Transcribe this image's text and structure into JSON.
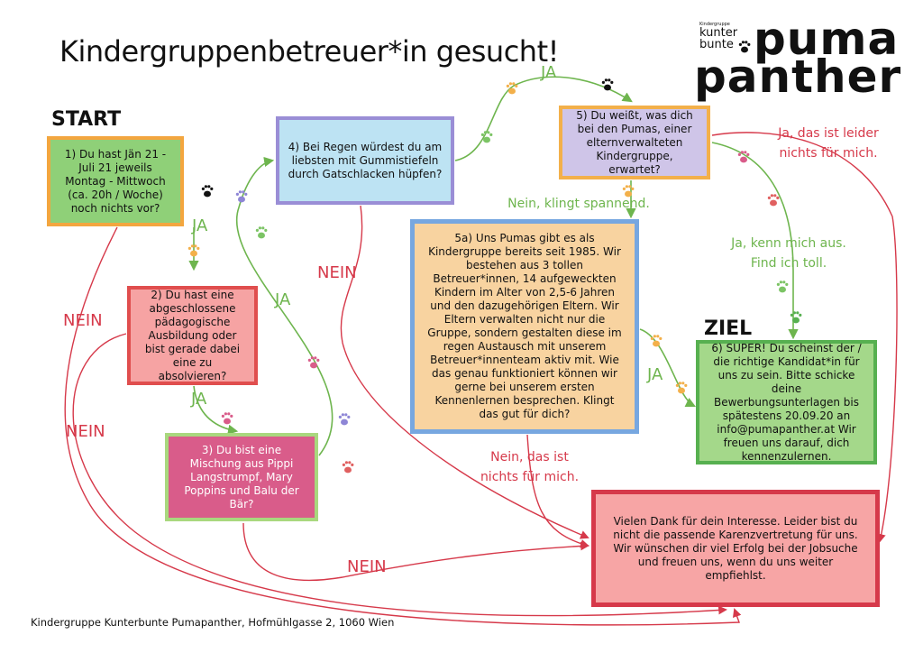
{
  "title": "Kindergruppenbetreuer*in gesucht!",
  "logo": {
    "tiny": "Kindergruppe",
    "line1": "kunter",
    "line2": "bunte",
    "big1": "puma",
    "big2": "panther"
  },
  "headings": {
    "start": "START",
    "ziel": "ZIEL"
  },
  "boxes": {
    "q1": "1) Du hast Jän 21 - Juli 21 jeweils Montag - Mittwoch (ca. 20h / Woche) noch nichts vor?",
    "q2": "2) Du hast eine abgeschlossene pädagogische Ausbildung oder bist gerade dabei eine zu absolvieren?",
    "q3": "3) Du bist eine Mischung aus Pippi Langstrumpf, Mary Poppins und Balu der Bär?",
    "q4": "4) Bei Regen würdest du am liebsten mit Gummistiefeln durch Gatschlacken hüpfen?",
    "q5": "5) Du weißt, was dich bei den Pumas, einer elternverwalteten Kindergruppe, erwartet?",
    "q5a": "5a) Uns Pumas gibt es als Kindergruppe bereits seit 1985. Wir bestehen aus 3 tollen Betreuer*innen, 14 aufgeweckten Kindern im Alter von 2,5-6 Jahren und den dazugehörigen Eltern. Wir Eltern verwalten nicht nur die Gruppe, sondern gestalten diese im regen Austausch mit unserem Betreuer*innenteam aktiv mit. Wie das genau funktioniert können wir gerne bei unserem ersten Kennenlernen besprechen. Klingt das gut für dich?",
    "goal": "6) SUPER! Du scheinst der / die richtige Kandidat*in für uns zu sein. Bitte schicke deine Bewerbungsunterlagen bis spätestens 20.09.20 an info@pumapanther.at Wir freuen uns darauf, dich kennenzulernen.",
    "end": "Vielen Dank für dein Interesse. Leider bist du nicht die passende Karenzvertretung für uns. Wir wünschen dir viel Erfolg bei der Jobsuche und freuen uns, wenn du uns weiter empfiehlst."
  },
  "labels": {
    "ja1": "JA",
    "ja2": "JA",
    "ja3": "JA",
    "ja4": "JA",
    "ja5": "JA",
    "nein1": "NEIN",
    "nein2": "NEIN",
    "nein3": "NEIN",
    "nein4": "NEIN",
    "ja_leider": "Ja, das ist leider nichts für mich.",
    "nein_spannend": "Nein, klingt spannend.",
    "ja_kenn": "Ja, kenn mich aus. Find ich toll.",
    "nein_nichts": "Nein, das ist nichts für mich."
  },
  "footer": "Kindergruppe Kunterbunte Pumapanther, Hofmühlgasse 2, 1060 Wien",
  "colors": {
    "green": "#6eb54e",
    "red": "#d6394a",
    "orange": "#f3a63f",
    "blue": "#77a7e0",
    "pink": "#d95c8a",
    "purple": "#9a8ed6"
  }
}
